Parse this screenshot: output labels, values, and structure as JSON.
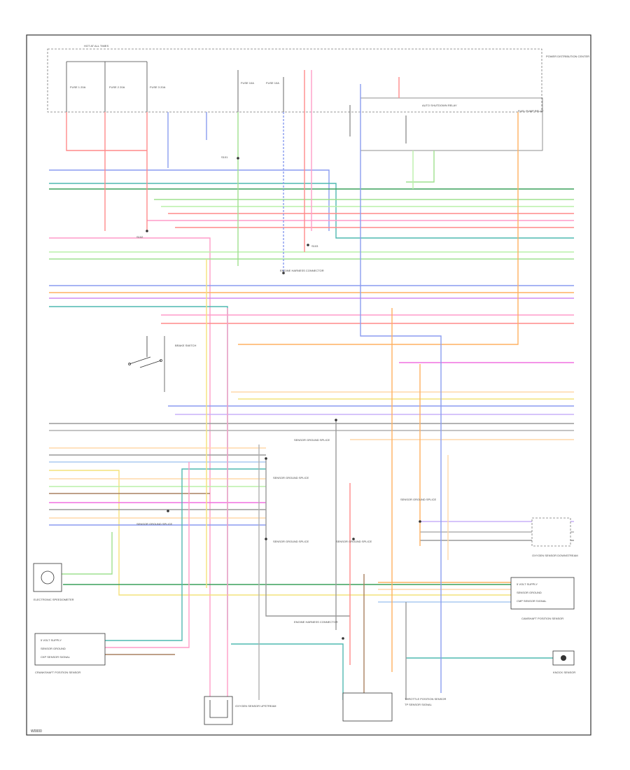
{
  "diagram": {
    "frame_code": "W0000",
    "labels": {
      "power_dist_center": "POWER DISTRIBUTION CENTER",
      "hot_at_all_times": "HOT AT ALL TIMES",
      "fuse_a": "FUSE 1 20A",
      "fuse_b": "FUSE 2 20A",
      "fuse_c": "FUSE 3 20A",
      "fuse_d": "FUSE 10A",
      "fuse_e": "FUSE 10A",
      "auto_shutdown_relay": "AUTO SHUTDOWN RELAY",
      "fuel_pump_relay": "FUEL PUMP RELAY",
      "splice_1": "S101",
      "splice_2": "S102",
      "splice_3": "S103",
      "engine_harness_connector": "ENGINE HARNESS CONNECTOR",
      "brake_switch": "BRAKE SWITCH",
      "sensor_ground_splice_1": "SENSOR GROUND SPLICE",
      "sensor_ground_splice_2": "SENSOR GROUND SPLICE",
      "sensor_ground_splice_3": "SENSOR GROUND SPLICE",
      "sensor_ground_splice_4": "SENSOR GROUND SPLICE",
      "sensor_ground_splice_5": "SENSOR GROUND SPLICE",
      "sensor_ground_splice_6": "SENSOR GROUND SPLICE",
      "engine_harness_bottom": "ENGINE HARNESS CONNECTOR",
      "throttle_position_sensor": "THROTTLE POSITION SENSOR",
      "crankshaft_position_sensor": "CRANKSHAFT POSITION SENSOR",
      "camshaft_position_sensor": "CAMSHAFT POSITION SENSOR",
      "knock_sensor": "KNOCK SENSOR",
      "electronic_speedometer": "ELECTRONIC SPEEDOMETER",
      "oxygen_sensor_upstream": "OXYGEN SENSOR UPSTREAM",
      "oxygen_sensor_downstream": "OXYGEN SENSOR DOWNSTREAM",
      "volt_supply": "5 VOLT SUPPLY",
      "sensor_ground": "SENSOR GROUND",
      "ckp_signal": "CKP SENSOR SIGNAL",
      "cmp_signal": "CMP SENSOR SIGNAL",
      "tp_signal": "TP SENSOR SIGNAL"
    }
  },
  "colors": {
    "red": "#ff8a8a",
    "pink": "#ff9cc8",
    "orange": "#ffb060",
    "tan": "#ffd9a8",
    "yellow": "#f4e27a",
    "green": "#9fe08f",
    "light_green": "#b9f0a8",
    "teal": "#4fb8b0",
    "blue": "#8a9cf0",
    "light_blue": "#a8c8f0",
    "violet": "#d08af0",
    "magenta": "#f070e0",
    "brown": "#a88060",
    "gray": "#9a9a9a",
    "dark_green": "#3aa05a",
    "light_violet": "#c8b0f8"
  }
}
